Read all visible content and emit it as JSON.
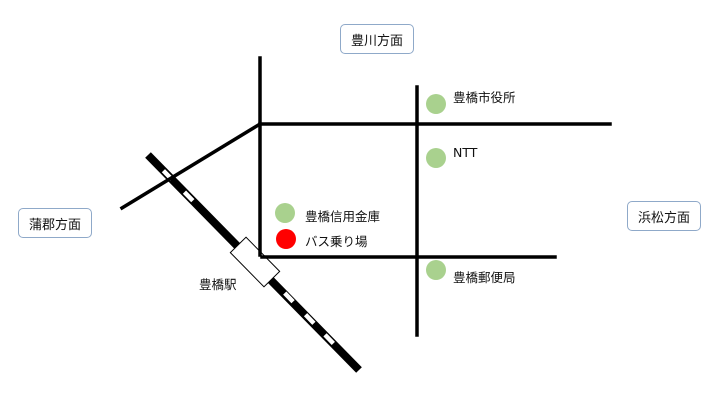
{
  "directions": {
    "north": "豊川方面",
    "west": "蒲郡方面",
    "east": "浜松方面"
  },
  "station": {
    "label": "豊橋駅"
  },
  "landmarks": [
    {
      "label": "豊橋市役所",
      "color": "#a9d18e"
    },
    {
      "label": "NTT",
      "color": "#a9d18e"
    },
    {
      "label": "豊橋信用金庫",
      "color": "#a9d18e"
    },
    {
      "label": "バス乗り場",
      "color": "#ff0000"
    },
    {
      "label": "豊橋郵便局",
      "color": "#a9d18e"
    }
  ],
  "colors": {
    "road": "#000000",
    "landmark": "#a9d18e",
    "bus_stop": "#ff0000",
    "box_border": "#8fa9c9"
  }
}
